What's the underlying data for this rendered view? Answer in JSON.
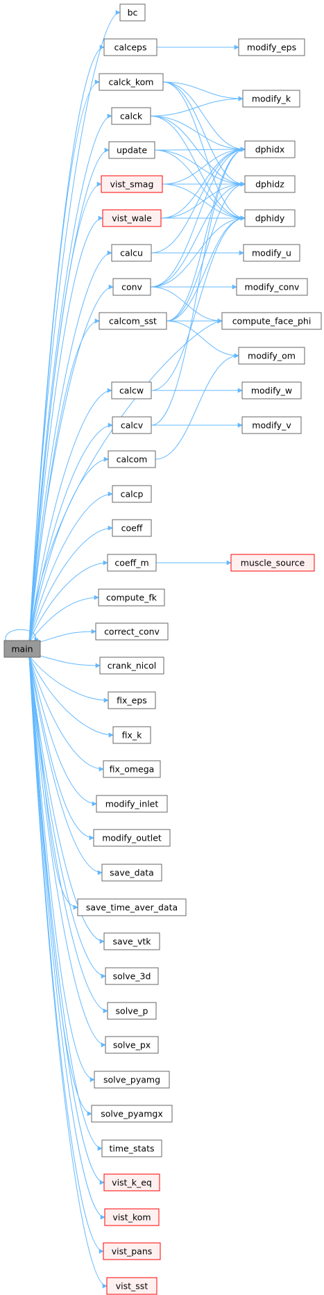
{
  "diagram": {
    "type": "call-graph",
    "edge_color": "#63b8ff",
    "node_border_color": "#666666",
    "highlight_border_color": "#ff0000",
    "root_fill_color": "#999999",
    "nodes": [
      {
        "id": "main",
        "label": "main",
        "style": "root"
      },
      {
        "id": "bc",
        "label": "bc",
        "style": "normal"
      },
      {
        "id": "calceps",
        "label": "calceps",
        "style": "normal"
      },
      {
        "id": "modify_eps",
        "label": "modify_eps",
        "style": "normal"
      },
      {
        "id": "calck_kom",
        "label": "calck_kom",
        "style": "normal"
      },
      {
        "id": "modify_k",
        "label": "modify_k",
        "style": "normal"
      },
      {
        "id": "calck",
        "label": "calck",
        "style": "normal"
      },
      {
        "id": "dphidx",
        "label": "dphidx",
        "style": "normal"
      },
      {
        "id": "update",
        "label": "update",
        "style": "normal"
      },
      {
        "id": "vist_smag",
        "label": "vist_smag",
        "style": "red"
      },
      {
        "id": "dphidz",
        "label": "dphidz",
        "style": "normal"
      },
      {
        "id": "vist_wale",
        "label": "vist_wale",
        "style": "red"
      },
      {
        "id": "dphidy",
        "label": "dphidy",
        "style": "normal"
      },
      {
        "id": "calcu",
        "label": "calcu",
        "style": "normal"
      },
      {
        "id": "modify_u",
        "label": "modify_u",
        "style": "normal"
      },
      {
        "id": "conv",
        "label": "conv",
        "style": "normal"
      },
      {
        "id": "modify_conv",
        "label": "modify_conv",
        "style": "normal"
      },
      {
        "id": "calcom_sst",
        "label": "calcom_sst",
        "style": "normal"
      },
      {
        "id": "compute_face_phi",
        "label": "compute_face_phi",
        "style": "normal"
      },
      {
        "id": "modify_om",
        "label": "modify_om",
        "style": "normal"
      },
      {
        "id": "calcw",
        "label": "calcw",
        "style": "normal"
      },
      {
        "id": "modify_w",
        "label": "modify_w",
        "style": "normal"
      },
      {
        "id": "calcv",
        "label": "calcv",
        "style": "normal"
      },
      {
        "id": "modify_v",
        "label": "modify_v",
        "style": "normal"
      },
      {
        "id": "calcom",
        "label": "calcom",
        "style": "normal"
      },
      {
        "id": "calcp",
        "label": "calcp",
        "style": "normal"
      },
      {
        "id": "coeff",
        "label": "coeff",
        "style": "normal"
      },
      {
        "id": "coeff_m",
        "label": "coeff_m",
        "style": "normal"
      },
      {
        "id": "muscle_source",
        "label": "muscle_source",
        "style": "red"
      },
      {
        "id": "compute_fk",
        "label": "compute_fk",
        "style": "normal"
      },
      {
        "id": "correct_conv",
        "label": "correct_conv",
        "style": "normal"
      },
      {
        "id": "crank_nicol",
        "label": "crank_nicol",
        "style": "normal"
      },
      {
        "id": "fix_eps",
        "label": "fix_eps",
        "style": "normal"
      },
      {
        "id": "fix_k",
        "label": "fix_k",
        "style": "normal"
      },
      {
        "id": "fix_omega",
        "label": "fix_omega",
        "style": "normal"
      },
      {
        "id": "modify_inlet",
        "label": "modify_inlet",
        "style": "normal"
      },
      {
        "id": "modify_outlet",
        "label": "modify_outlet",
        "style": "normal"
      },
      {
        "id": "save_data",
        "label": "save_data",
        "style": "normal"
      },
      {
        "id": "save_time_aver_data",
        "label": "save_time_aver_data",
        "style": "normal"
      },
      {
        "id": "save_vtk",
        "label": "save_vtk",
        "style": "normal"
      },
      {
        "id": "solve_3d",
        "label": "solve_3d",
        "style": "normal"
      },
      {
        "id": "solve_p",
        "label": "solve_p",
        "style": "normal"
      },
      {
        "id": "solve_px",
        "label": "solve_px",
        "style": "normal"
      },
      {
        "id": "solve_pyamg",
        "label": "solve_pyamg",
        "style": "normal"
      },
      {
        "id": "solve_pyamgx",
        "label": "solve_pyamgx",
        "style": "normal"
      },
      {
        "id": "time_stats",
        "label": "time_stats",
        "style": "normal"
      },
      {
        "id": "vist_k_eq",
        "label": "vist_k_eq",
        "style": "red"
      },
      {
        "id": "vist_kom",
        "label": "vist_kom",
        "style": "red"
      },
      {
        "id": "vist_pans",
        "label": "vist_pans",
        "style": "red"
      },
      {
        "id": "vist_sst",
        "label": "vist_sst",
        "style": "red"
      }
    ],
    "edges": [
      [
        "main",
        "main"
      ],
      [
        "main",
        "bc"
      ],
      [
        "main",
        "calceps"
      ],
      [
        "main",
        "calck_kom"
      ],
      [
        "main",
        "calck"
      ],
      [
        "main",
        "update"
      ],
      [
        "main",
        "vist_smag"
      ],
      [
        "main",
        "vist_wale"
      ],
      [
        "main",
        "calcu"
      ],
      [
        "main",
        "conv"
      ],
      [
        "main",
        "calcom_sst"
      ],
      [
        "main",
        "compute_face_phi"
      ],
      [
        "main",
        "calcw"
      ],
      [
        "main",
        "calcv"
      ],
      [
        "main",
        "calcom"
      ],
      [
        "main",
        "calcp"
      ],
      [
        "main",
        "coeff"
      ],
      [
        "main",
        "coeff_m"
      ],
      [
        "main",
        "compute_fk"
      ],
      [
        "main",
        "correct_conv"
      ],
      [
        "main",
        "crank_nicol"
      ],
      [
        "main",
        "fix_eps"
      ],
      [
        "main",
        "fix_k"
      ],
      [
        "main",
        "fix_omega"
      ],
      [
        "main",
        "modify_inlet"
      ],
      [
        "main",
        "modify_outlet"
      ],
      [
        "main",
        "save_data"
      ],
      [
        "main",
        "save_time_aver_data"
      ],
      [
        "main",
        "save_vtk"
      ],
      [
        "main",
        "solve_3d"
      ],
      [
        "main",
        "solve_p"
      ],
      [
        "main",
        "solve_px"
      ],
      [
        "main",
        "solve_pyamg"
      ],
      [
        "main",
        "solve_pyamgx"
      ],
      [
        "main",
        "time_stats"
      ],
      [
        "main",
        "vist_k_eq"
      ],
      [
        "main",
        "vist_kom"
      ],
      [
        "main",
        "vist_pans"
      ],
      [
        "main",
        "vist_sst"
      ],
      [
        "calceps",
        "modify_eps"
      ],
      [
        "calck_kom",
        "modify_k"
      ],
      [
        "calck_kom",
        "dphidx"
      ],
      [
        "calck_kom",
        "dphidz"
      ],
      [
        "calck_kom",
        "dphidy"
      ],
      [
        "calck",
        "modify_k"
      ],
      [
        "calck",
        "dphidx"
      ],
      [
        "calck",
        "dphidz"
      ],
      [
        "calck",
        "dphidy"
      ],
      [
        "update",
        "dphidx"
      ],
      [
        "update",
        "dphidz"
      ],
      [
        "update",
        "dphidy"
      ],
      [
        "vist_smag",
        "dphidx"
      ],
      [
        "vist_smag",
        "dphidz"
      ],
      [
        "vist_smag",
        "dphidy"
      ],
      [
        "vist_wale",
        "dphidx"
      ],
      [
        "vist_wale",
        "dphidz"
      ],
      [
        "vist_wale",
        "dphidy"
      ],
      [
        "calcu",
        "dphidx"
      ],
      [
        "calcu",
        "modify_u"
      ],
      [
        "conv",
        "dphidx"
      ],
      [
        "conv",
        "dphidz"
      ],
      [
        "conv",
        "dphidy"
      ],
      [
        "conv",
        "modify_conv"
      ],
      [
        "conv",
        "compute_face_phi"
      ],
      [
        "calcom_sst",
        "dphidx"
      ],
      [
        "calcom_sst",
        "dphidz"
      ],
      [
        "calcom_sst",
        "dphidy"
      ],
      [
        "calcom_sst",
        "compute_face_phi"
      ],
      [
        "calcom_sst",
        "modify_om"
      ],
      [
        "calcw",
        "dphidy"
      ],
      [
        "calcw",
        "modify_w"
      ],
      [
        "calcv",
        "dphidx"
      ],
      [
        "calcv",
        "modify_v"
      ],
      [
        "calcom",
        "modify_om"
      ],
      [
        "coeff_m",
        "muscle_source"
      ]
    ]
  }
}
